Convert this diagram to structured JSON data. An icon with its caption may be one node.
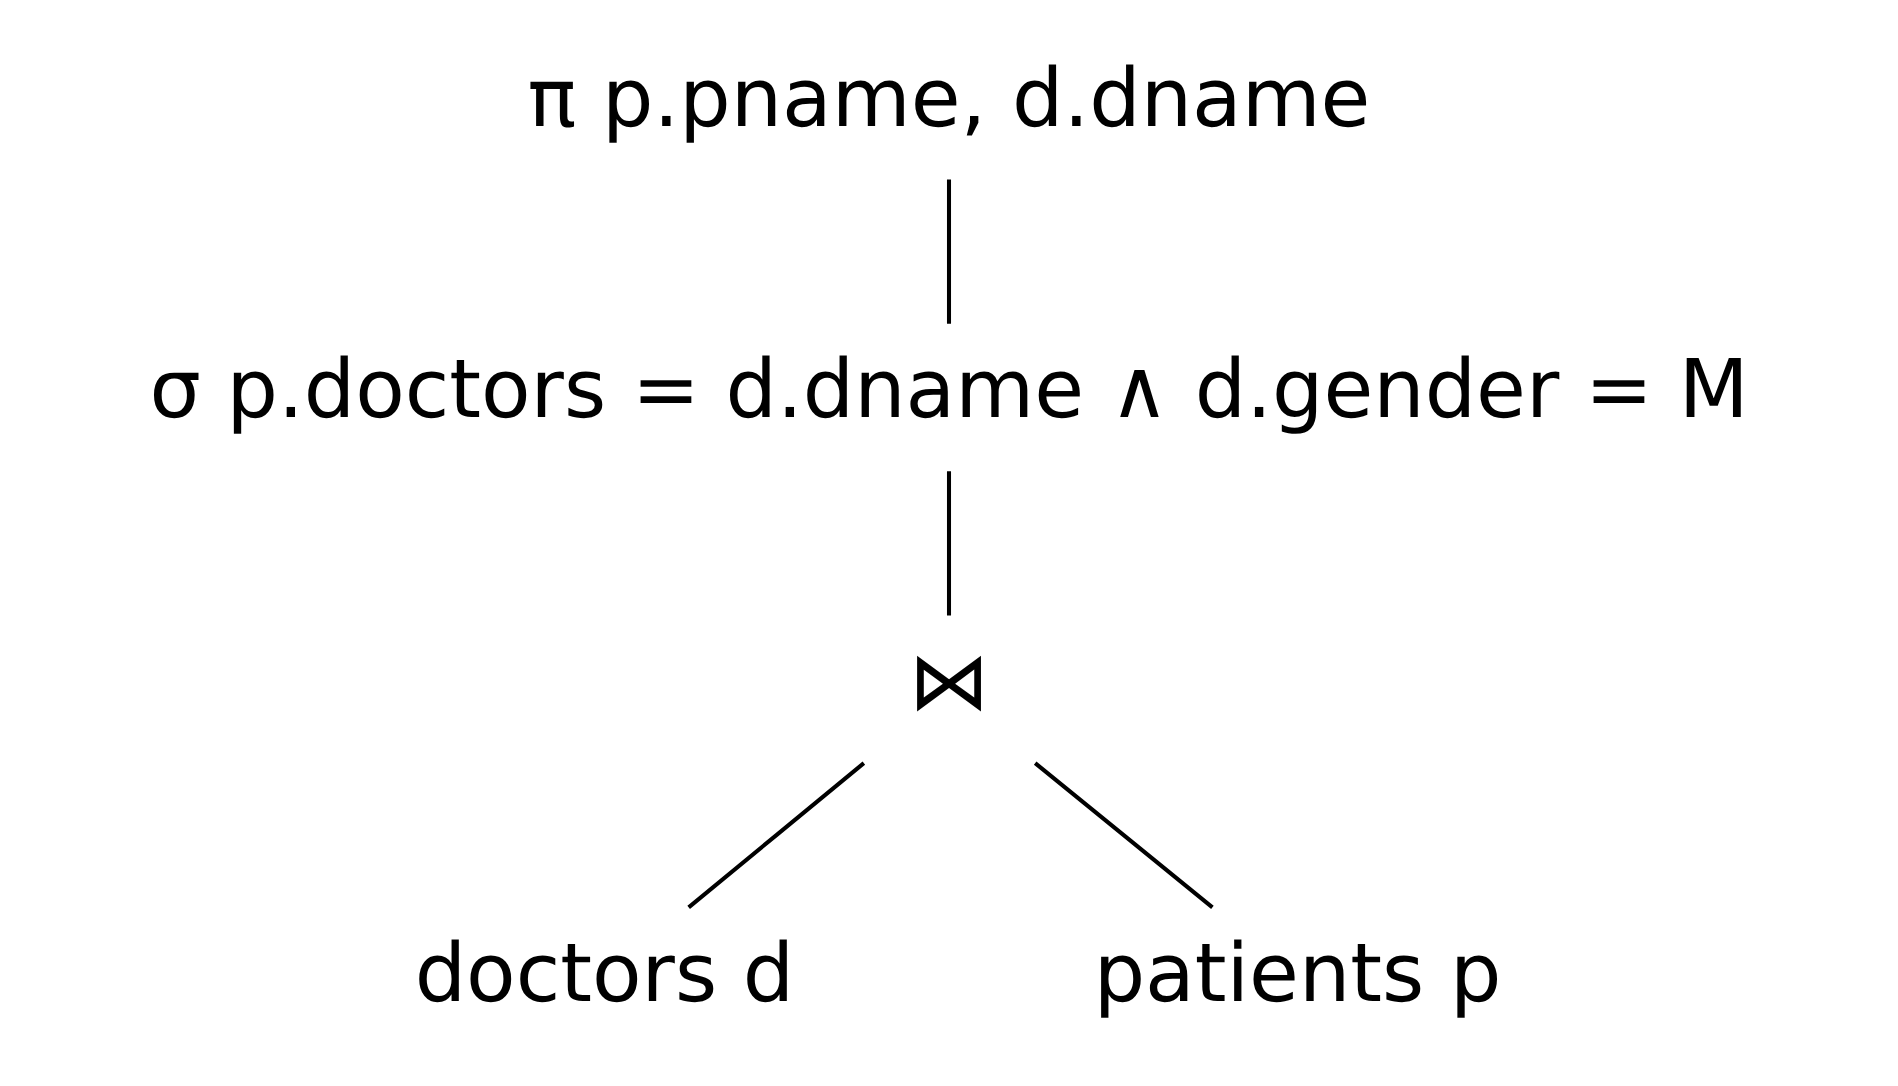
{
  "diagram": {
    "nodes": [
      {
        "text": [
          "π p.pname, d.dname"
        ]
      },
      {
        "text": [
          "σ p.doctors = d.dname ∧ d.gender = M"
        ]
      },
      {
        "text": [
          "⋈"
        ]
      },
      {
        "text": [
          "doctors d"
        ]
      },
      {
        "text": [
          "patients p"
        ]
      }
    ],
    "edges": [
      {
        "from": 0,
        "to": 1,
        "arrow": "none"
      },
      {
        "from": 1,
        "to": 2,
        "arrow": "none"
      },
      {
        "from": 2,
        "to": 3,
        "arrow": "none"
      },
      {
        "from": 2,
        "to": 4,
        "arrow": "none"
      }
    ]
  }
}
